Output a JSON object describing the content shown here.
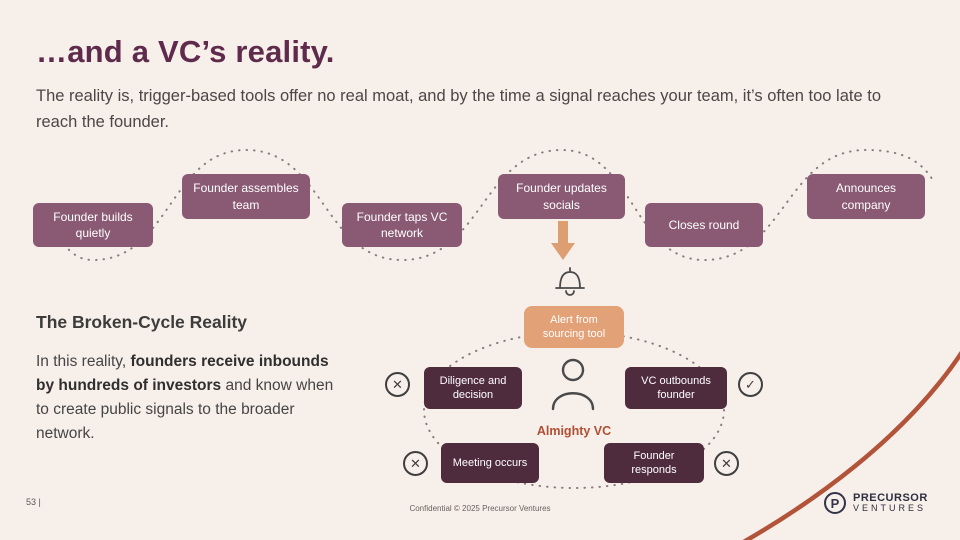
{
  "slide": {
    "title": "…and a VC’s reality.",
    "subtitle": "The reality is, trigger-based tools offer no real moat, and by the time a signal reaches your team, it’s often too late to reach the founder."
  },
  "timeline": {
    "items": [
      {
        "label": "Founder builds quietly"
      },
      {
        "label": "Founder assembles team"
      },
      {
        "label": "Founder taps VC network"
      },
      {
        "label": "Founder updates socials"
      },
      {
        "label": "Closes round"
      },
      {
        "label": "Announces company"
      }
    ]
  },
  "left_panel": {
    "heading": "The Broken-Cycle Reality",
    "body_prefix": "In this reality, ",
    "body_bold": "founders receive inbounds by hundreds of investors",
    "body_suffix": " and know when to create public signals to the broader network."
  },
  "cycle": {
    "alert_label": "Alert from sourcing tool",
    "center_label": "Almighty VC",
    "nodes": [
      {
        "label": "Diligence and decision",
        "icon": "✕"
      },
      {
        "label": "VC outbounds founder",
        "icon": "✓"
      },
      {
        "label": "Meeting occurs",
        "icon": "✕"
      },
      {
        "label": "Founder responds",
        "icon": "✕"
      }
    ]
  },
  "footer": {
    "page_number": "53 |",
    "confidential": "Confidential © 2025 Precursor Ventures",
    "logo_initial": "P",
    "logo_line1": "PRECURSOR",
    "logo_line2": "VENTURES"
  },
  "colors": {
    "background": "#f7efe9",
    "title": "#5f2b4d",
    "timeline_box": "#8a5a75",
    "dark_box": "#4f2b3e",
    "alert": "#e2a176",
    "accent_rust": "#b2543a"
  }
}
